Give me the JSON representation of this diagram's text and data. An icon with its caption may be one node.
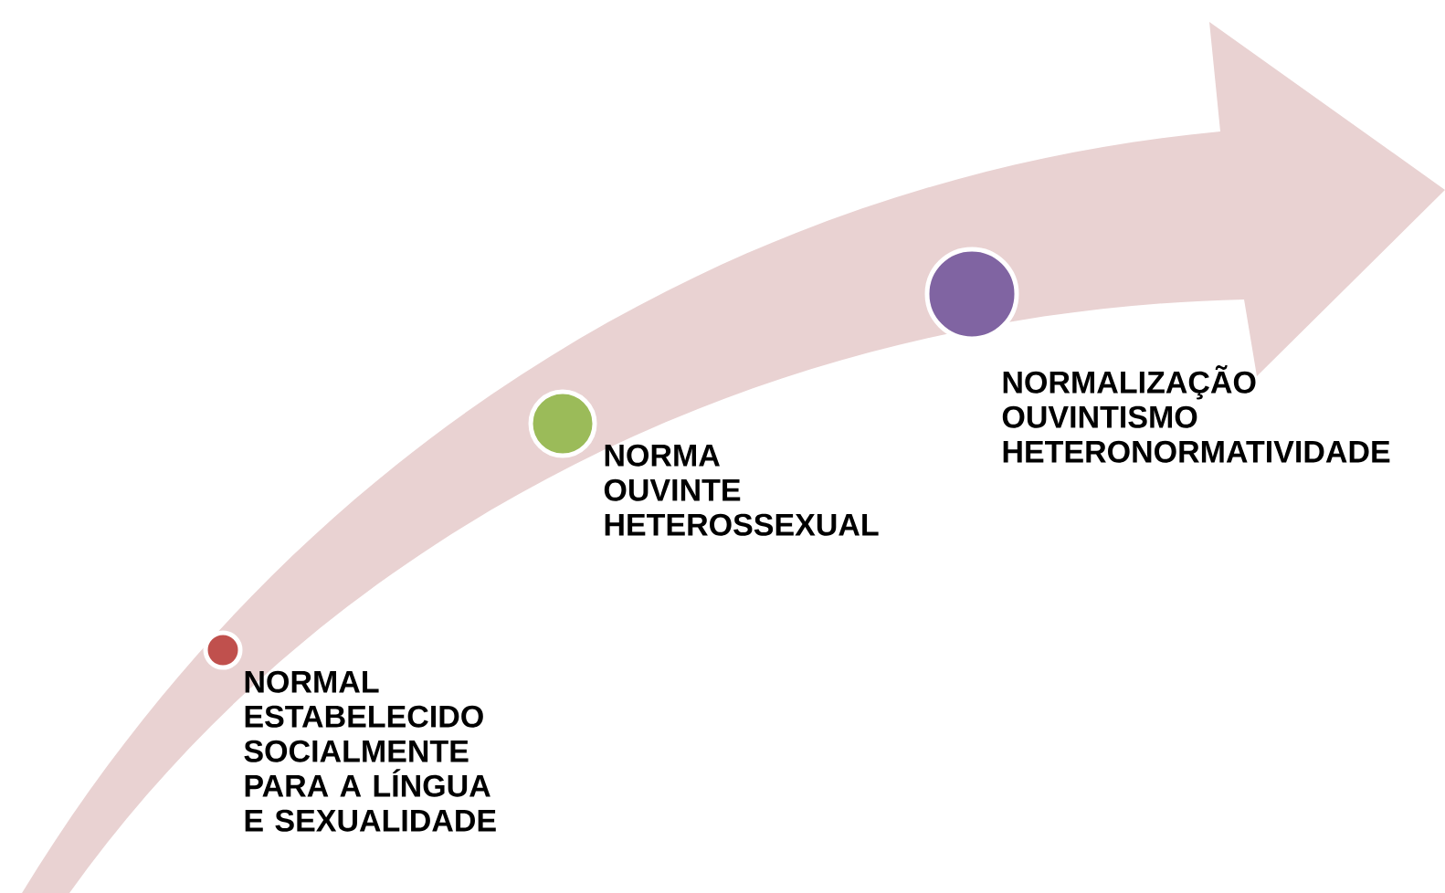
{
  "diagram": {
    "nodes": [
      {
        "text": [],
        "shape": "circle",
        "beside": [
          "NORMAL",
          "ESTABELECIDO SOCIALMENTE PARA A LÍNGUA E SEXUALIDADE"
        ]
      },
      {
        "text": [],
        "shape": "circle",
        "beside": [
          "NORMA",
          "OUVINTE",
          "HETEROSSEXUAL"
        ]
      },
      {
        "text": [],
        "shape": "circle",
        "beside": [
          "NORMALIZAÇÃO",
          "OUVINTISMO",
          "HETERONORMATIVIDADE"
        ]
      }
    ]
  }
}
